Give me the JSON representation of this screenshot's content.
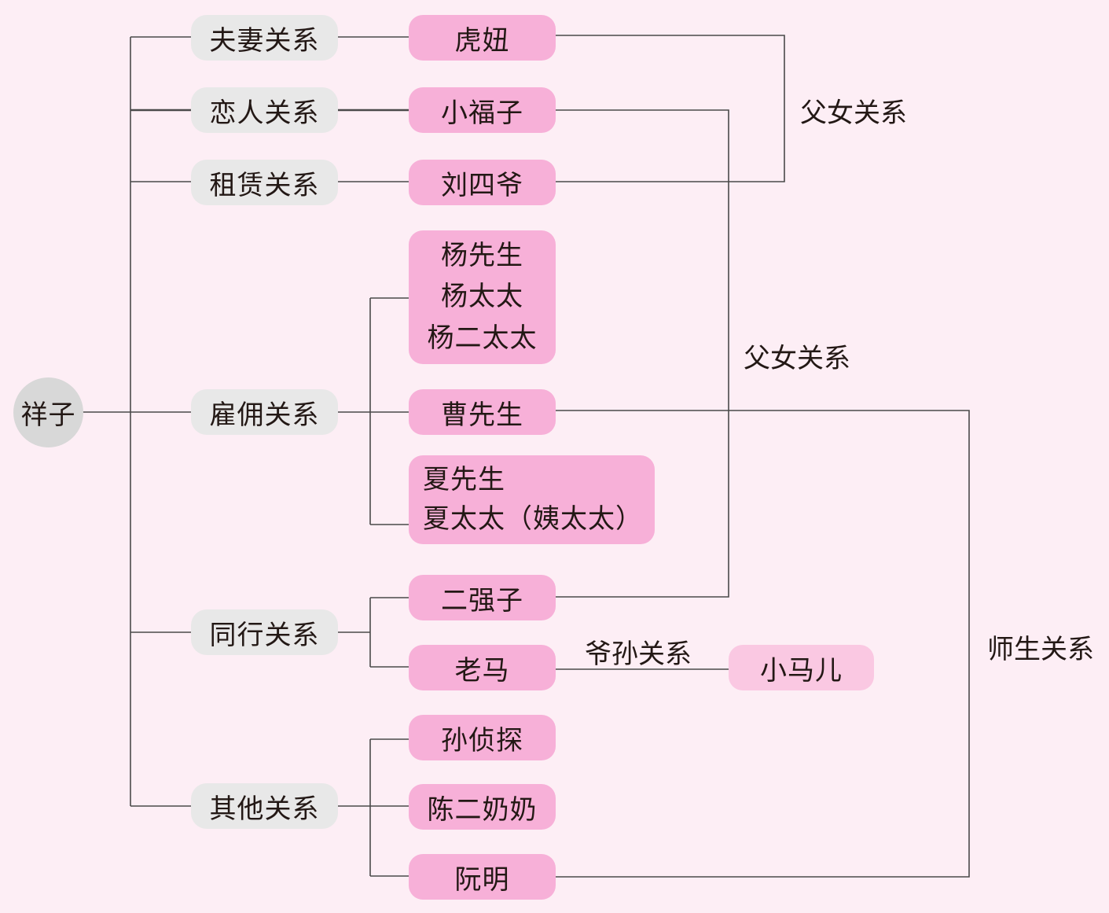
{
  "colors": {
    "background": "#fdeef5",
    "center_fill": "#d8d8d8",
    "relation_fill": "#e8e8e8",
    "person_fill": "#f7b0d8",
    "light_person_fill": "#fac8e2",
    "line": "#4a4a4a",
    "text": "#231815"
  },
  "center": {
    "label": "祥子"
  },
  "relations": {
    "spouse": "夫妻关系",
    "lover": "恋人关系",
    "rent": "租赁关系",
    "employ": "雇佣关系",
    "peer": "同行关系",
    "other": "其他关系"
  },
  "people": {
    "huniu": "虎妞",
    "xiaofuzi": "小福子",
    "liusiye": "刘四爷",
    "yang": [
      "杨先生",
      "杨太太",
      "杨二太太"
    ],
    "cao": "曹先生",
    "xia": [
      "夏先生",
      "夏太太（姨太太）"
    ],
    "erqiangzi": "二强子",
    "laoma": "老马",
    "xiaomaer": "小马儿",
    "sun": "孙侦探",
    "chen": "陈二奶奶",
    "ruanming": "阮明"
  },
  "link_labels": {
    "father_daughter_1": "父女关系",
    "father_daughter_2": "父女关系",
    "grandpa_grandson": "爷孙关系",
    "teacher_student": "师生关系"
  }
}
